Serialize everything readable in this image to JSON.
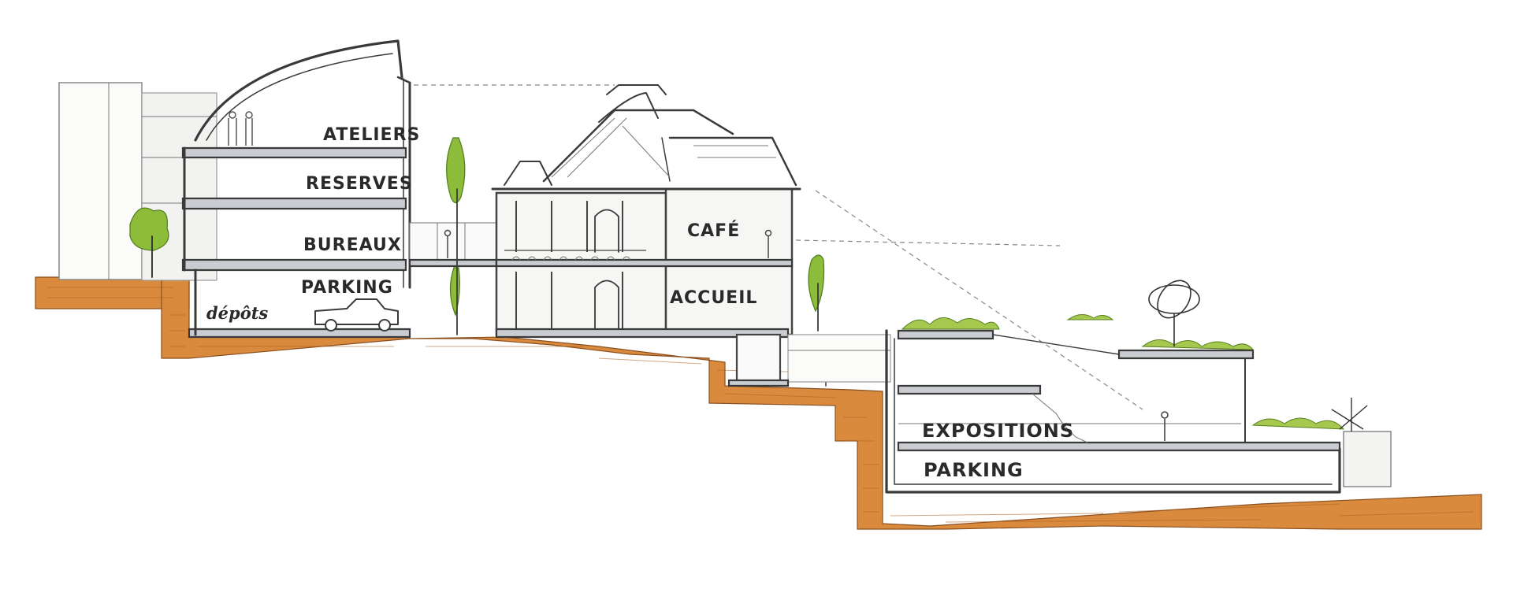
{
  "labels": {
    "ateliers": "ATELIERS",
    "reserves": "RESERVES",
    "bureaux": "BUREAUX",
    "parking_left": "PARKING",
    "depots": "dépôts",
    "cafe": "CAFÉ",
    "accueil": "ACCUEIL",
    "expositions": "EXPOSITIONS",
    "parking_right": "PARKING"
  },
  "colors": {
    "earth": "#d98a3d",
    "vegetation": "#8dbb3a",
    "slab": "#c9cdd1",
    "ink": "#3a3a3a"
  }
}
